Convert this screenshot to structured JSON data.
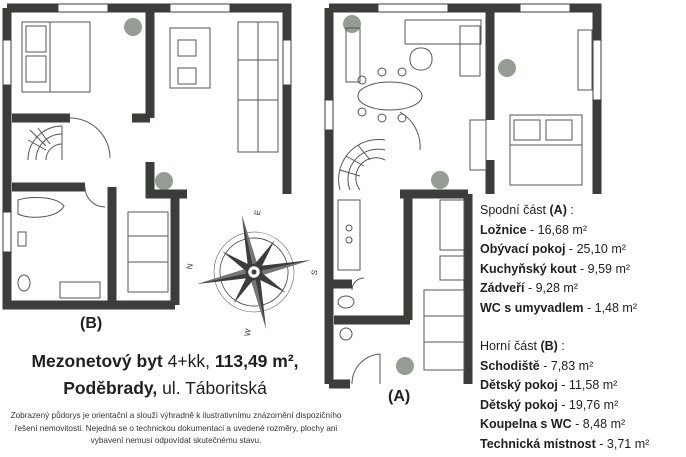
{
  "plan_labels": {
    "plan_a": "(A)",
    "plan_b": "(B)"
  },
  "compass": {
    "n": "N",
    "e": "E",
    "s": "S",
    "w": "W"
  },
  "title": {
    "type": "Mezonetový byt",
    "layout": "4+kk,",
    "area": "113,49 m²,",
    "city": "Poděbrady,",
    "street": "ul. Táboritská"
  },
  "disclaimer": "Zobrazený půdorys je orientační a slouží výhradně k ilustrativnímu znázornění dispozičního řešení nemovitosti. Nejedná se o technickou dokumentaci a uvedené rozměry, plochy ani vybavení nemusí odpovídat skutečnému stavu.",
  "lower_part": {
    "heading": "Spodní část",
    "tag": "(A)",
    "rooms": [
      {
        "name": "Ložnice",
        "value": "16,68 m²"
      },
      {
        "name": "Obývací pokoj",
        "value": "25,10 m²"
      },
      {
        "name": "Kuchyňský kout",
        "value": "9,59 m²"
      },
      {
        "name": "Zádveří",
        "value": "9,28 m²"
      },
      {
        "name": "WC s umyvadlem",
        "value": "1,48 m²"
      }
    ]
  },
  "upper_part": {
    "heading": "Horní část",
    "tag": "(B)",
    "rooms": [
      {
        "name": "Schodiště",
        "value": "7,83 m²"
      },
      {
        "name": "Dětský pokoj",
        "value": "11,58 m²"
      },
      {
        "name": "Dětský pokoj",
        "value": "19,76 m²"
      },
      {
        "name": "Koupelna s WC",
        "value": "8,48 m²"
      },
      {
        "name": "Technická místnost",
        "value": "3,71 m²"
      }
    ]
  },
  "colors": {
    "wall": "#3a3d3a",
    "furniture": "#555555",
    "plant": "#4e5a4c"
  }
}
